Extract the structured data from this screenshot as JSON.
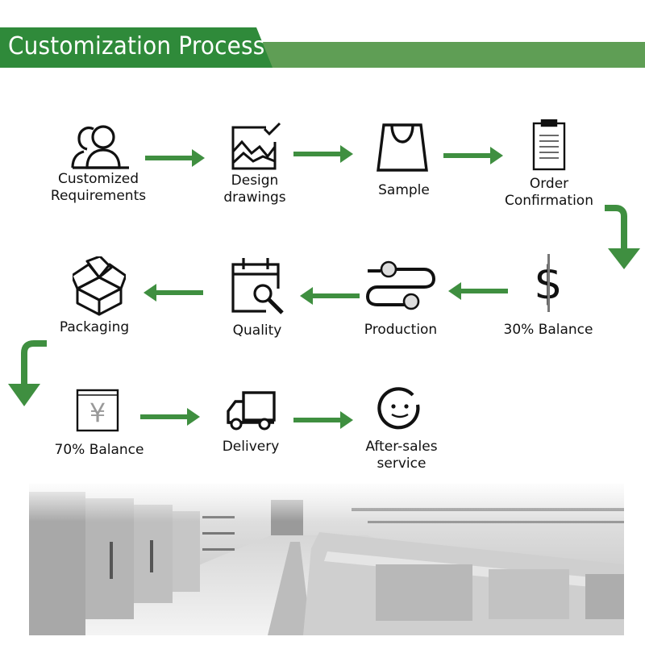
{
  "header": {
    "title": "Customization Process"
  },
  "steps": [
    {
      "label": "Customized\nRequirements",
      "icon": "users-icon"
    },
    {
      "label": "Design\ndrawings",
      "icon": "chart-check-icon"
    },
    {
      "label": "Sample",
      "icon": "bag-icon"
    },
    {
      "label": "Order\nConfirmation",
      "icon": "clipboard-icon"
    },
    {
      "label": "30% Balance",
      "icon": "dollar-icon"
    },
    {
      "label": "Production",
      "icon": "process-icon"
    },
    {
      "label": "Quality",
      "icon": "calendar-search-icon"
    },
    {
      "label": "Packaging",
      "icon": "box-icon"
    },
    {
      "label": "70% Balance",
      "icon": "yen-icon"
    },
    {
      "label": "Delivery",
      "icon": "truck-icon"
    },
    {
      "label": "After-sales\nservice",
      "icon": "smile-service-icon"
    }
  ],
  "colors": {
    "accent": "#2f8a3a",
    "banner_light": "#5f9e55",
    "arrow": "#3f8f40"
  },
  "image": {
    "subject": "stainless-steel commercial kitchen"
  }
}
